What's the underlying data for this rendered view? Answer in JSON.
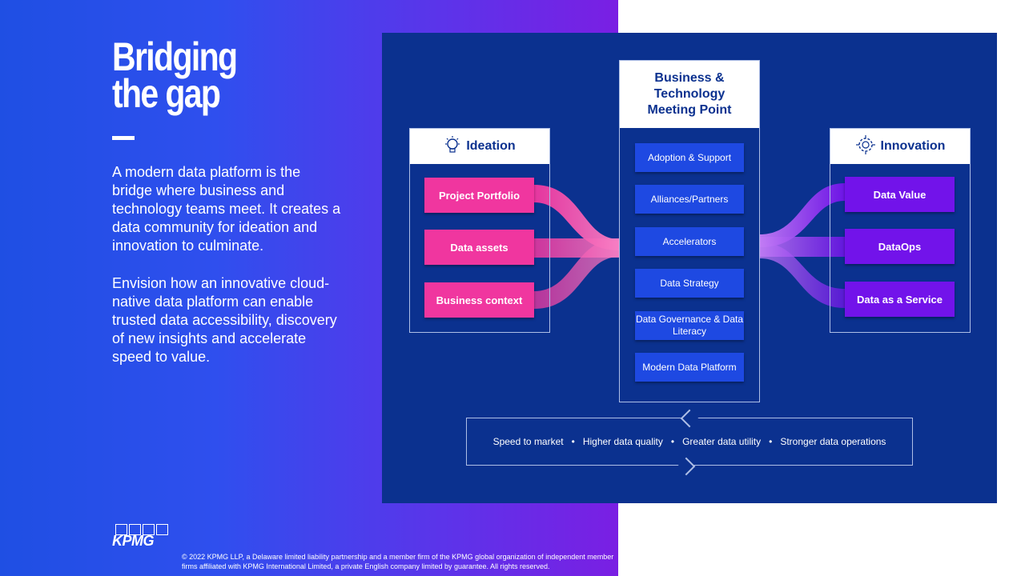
{
  "slide": {
    "title_line1": "Bridging",
    "title_line2": "the gap",
    "paragraph1": "A modern data platform is the bridge where business and technology teams meet. It creates a data community for ideation and innovation to culminate.",
    "paragraph2": "Envision how an innovative cloud-native data platform can enable trusted data accessibility, discovery of new insights and accelerate speed to value.",
    "logo_text": "KPMG",
    "footer": "© 2022 KPMG LLP, a Delaware limited liability partnership and a member firm of the KPMG global organization of independent member firms affiliated with KPMG International Limited, a private English company limited by guarantee. All rights reserved."
  },
  "diagram": {
    "ideation": {
      "title": "Ideation",
      "icon": "lightbulb-icon",
      "items": [
        "Project Portfolio",
        "Data assets",
        "Business context"
      ]
    },
    "center": {
      "title": "Business & Technology Meeting Point",
      "items": [
        "Adoption & Support",
        "Alliances/Partners",
        "Accelerators",
        "Data Strategy",
        "Data Governance & Data Literacy",
        "Modern Data Platform"
      ]
    },
    "innovation": {
      "title": "Innovation",
      "icon": "gear-circuit-icon",
      "items": [
        "Data Value",
        "DataOps",
        "Data as a Service"
      ]
    },
    "benefits": [
      "Speed to market",
      "Higher data quality",
      "Greater data utility",
      "Stronger data operations"
    ],
    "colors": {
      "background": "#0b318f",
      "ideation_pill": "#f0369f",
      "innovation_pill": "#7213ea",
      "center_button": "#1e49e2"
    }
  }
}
